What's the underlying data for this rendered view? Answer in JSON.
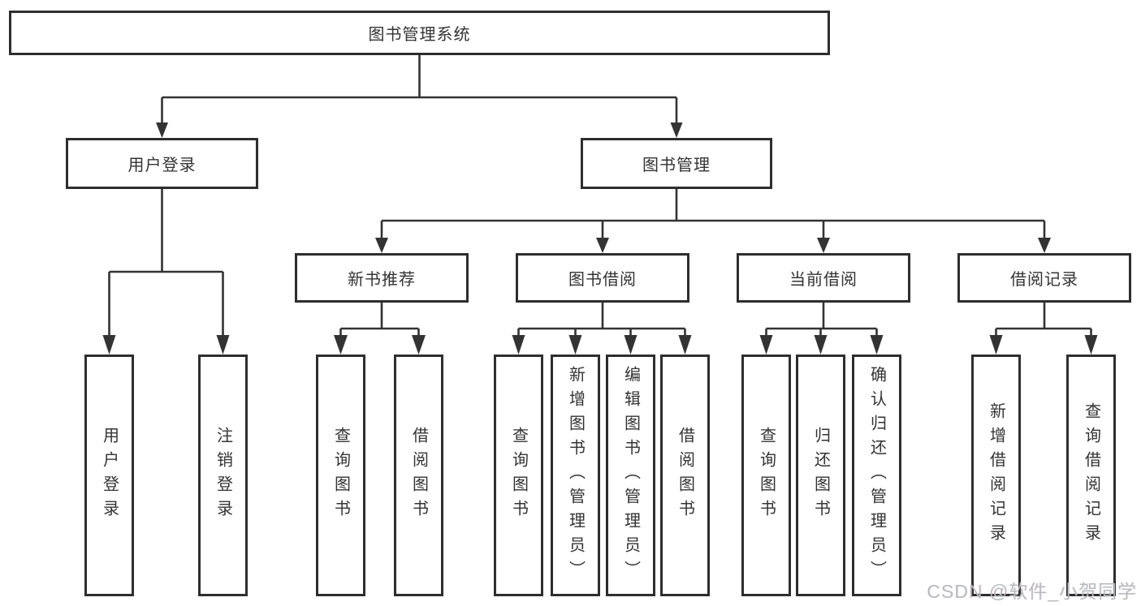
{
  "diagram": {
    "root": {
      "label": "图书管理系统"
    },
    "level2": [
      {
        "label": "用户登录"
      },
      {
        "label": "图书管理"
      }
    ],
    "level3": [
      {
        "label": "新书推荐"
      },
      {
        "label": "图书借阅"
      },
      {
        "label": "当前借阅"
      },
      {
        "label": "借阅记录"
      }
    ],
    "leaves": {
      "user_login": [
        {
          "label": "用户登录"
        },
        {
          "label": "注销登录"
        }
      ],
      "new_book": [
        {
          "label": "查询图书"
        },
        {
          "label": "借阅图书"
        }
      ],
      "book_borrow": [
        {
          "label": "查询图书"
        },
        {
          "label": "新增图书（管理员）"
        },
        {
          "label": "编辑图书（管理员）"
        },
        {
          "label": "借阅图书"
        }
      ],
      "current_borrow": [
        {
          "label": "查询图书"
        },
        {
          "label": "归还图书"
        },
        {
          "label": "确认归还（管理员）"
        }
      ],
      "borrow_record": [
        {
          "label": "新增借阅记录"
        },
        {
          "label": "查询借阅记录"
        }
      ]
    },
    "colors": {
      "line": "#333333",
      "box_border": "#2e2e2e",
      "text": "#333333",
      "background": "#ffffff",
      "watermark": "#b7bbc0"
    }
  },
  "watermark": {
    "text": "CSDN @软件_小贺同学"
  }
}
